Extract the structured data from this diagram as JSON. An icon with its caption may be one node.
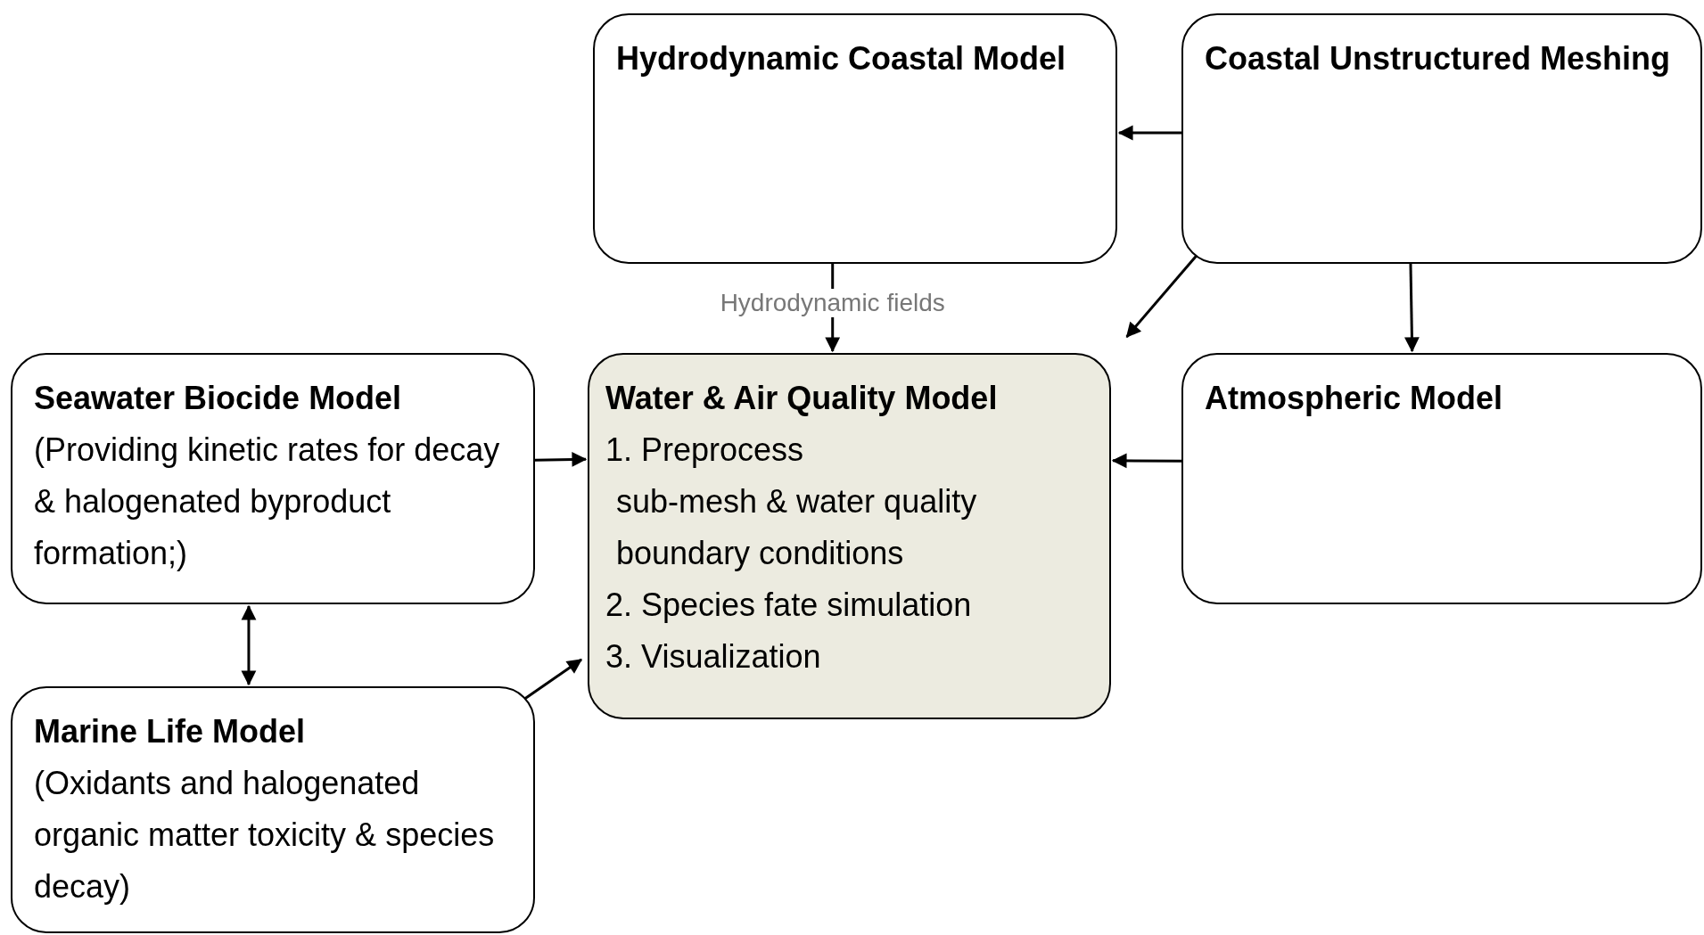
{
  "diagram": {
    "nodes": [
      {
        "text": [
          "Hydrodynamic Coastal Model"
        ]
      },
      {
        "text": [
          "Coastal Unstructured Meshing"
        ]
      },
      {
        "text": [
          "Seawater Biocide Model",
          "(Providing kinetic rates for decay & halogenated byproduct formation;)"
        ]
      },
      {
        "text": [
          "Water & Air Quality Model",
          "1. Preprocess",
          "sub-mesh & water quality boundary conditions",
          "2. Species fate simulation",
          "3. Visualization"
        ]
      },
      {
        "text": [
          "Atmospheric Model"
        ]
      },
      {
        "text": [
          "Marine Life Model",
          "(Oxidants and halogenated organic matter toxicity & species decay)"
        ]
      }
    ],
    "edges": [
      {
        "from": 1,
        "to": 0,
        "arrow": "to"
      },
      {
        "from": 0,
        "to": 3,
        "arrow": "to",
        "label": "Hydrodynamic fields"
      },
      {
        "from": 1,
        "to": 3,
        "arrow": "to"
      },
      {
        "from": 1,
        "to": 4,
        "arrow": "to"
      },
      {
        "from": 4,
        "to": 3,
        "arrow": "to"
      },
      {
        "from": 2,
        "to": 3,
        "arrow": "to"
      },
      {
        "from": 2,
        "to": 5,
        "arrow": "both"
      },
      {
        "from": 5,
        "to": 3,
        "arrow": "to"
      }
    ]
  }
}
